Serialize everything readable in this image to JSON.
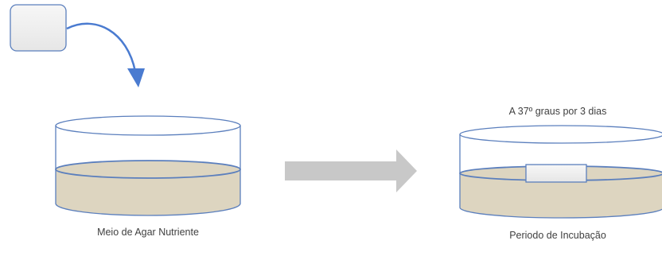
{
  "labels": {
    "agar_medium": "Meio de Agar Nutriente",
    "incubation_condition": "A 37º graus por 3 dias",
    "incubation_period": "Periodo de Incubação"
  },
  "colors": {
    "dish_outline": "#5b7fbd",
    "agar_fill": "#ddd5c0",
    "sample_fill": "#eeeeee",
    "curved_arrow": "#4a7bd0",
    "process_arrow": "#c8c8c8",
    "text": "#404040"
  },
  "icons": {
    "sample": "sample-square-icon",
    "curved_arrow": "curved-arrow-icon",
    "process_arrow": "right-arrow-icon"
  }
}
